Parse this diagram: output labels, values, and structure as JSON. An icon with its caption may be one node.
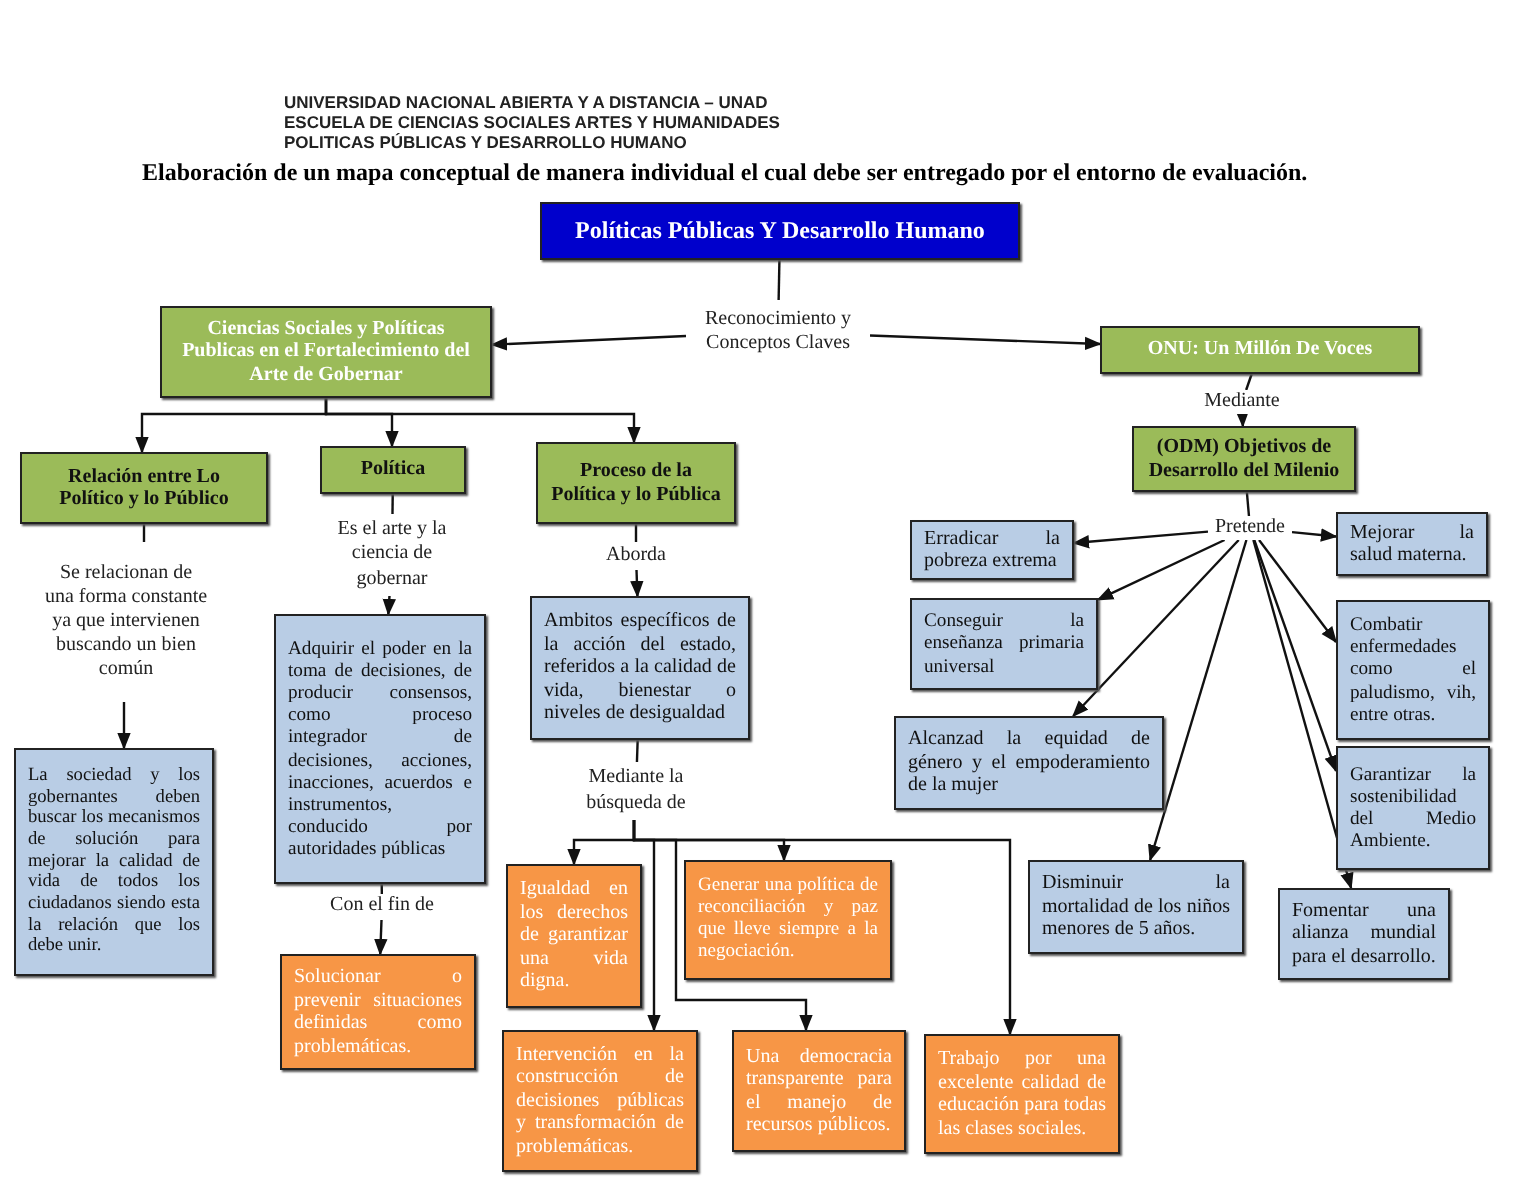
{
  "diagram": {
    "title": "Elaboración de un mapa conceptual de manera individual el cual debe ser entregado por el entorno de evaluación.",
    "nodes": [
      {
        "text": [
          "Políticas Públicas Y Desarrollo Humano"
        ]
      },
      {
        "text": [
          "Reconocimiento y Conceptos Claves"
        ]
      },
      {
        "text": [
          "Ciencias Sociales y Políticas Publicas en el Fortalecimiento del Arte de Gobernar"
        ]
      },
      {
        "text": [
          "ONU: Un Millón De Voces"
        ]
      },
      {
        "text": [
          "Relación entre Lo Político y lo Público"
        ]
      },
      {
        "text": [
          "Política"
        ]
      },
      {
        "text": [
          "Proceso de la Política y lo Pública"
        ]
      },
      {
        "text": [
          "Mediante"
        ]
      },
      {
        "text": [
          "(ODM) Objetivos de Desarrollo del Milenio"
        ]
      },
      {
        "text": [
          "Se relacionan de una forma constante ya que intervienen buscando un bien común"
        ]
      },
      {
        "text": [
          "Es el arte y la ciencia de gobernar"
        ]
      },
      {
        "text": [
          "Aborda"
        ]
      },
      {
        "text": [
          "Pretende"
        ]
      },
      {
        "text": [
          "Erradicar la pobreza extrema"
        ]
      },
      {
        "text": [
          "Mejorar la salud materna."
        ]
      },
      {
        "text": [
          "Conseguir la enseñanza primaria universal"
        ]
      },
      {
        "text": [
          "Combatir enfermedades como el paludismo, vih, entre otras."
        ]
      },
      {
        "text": [
          "Adquirir el poder en la toma de decisiones, de producir consensos, como proceso integrador de decisiones, acciones, inacciones, acuerdos e instrumentos, conducido por autoridades públicas"
        ]
      },
      {
        "text": [
          "Ambitos específicos de la acción del estado, referidos a la calidad de vida, bienestar o niveles de desigualdad"
        ]
      },
      {
        "text": [
          "La sociedad y los gobernantes deben buscar los mecanismos de solución para mejorar la calidad de vida de todos los ciudadanos siendo esta la relación que los debe unir."
        ]
      },
      {
        "text": [
          "Alcanzad la equidad de género y el empoderamiento de la mujer"
        ]
      },
      {
        "text": [
          "Garantizar la sostenibilidad del Medio Ambiente."
        ]
      },
      {
        "text": [
          "Mediante la búsqueda de"
        ]
      },
      {
        "text": [
          "Con el fin de"
        ]
      },
      {
        "text": [
          "Disminuir la mortalidad de los niños menores de 5 años."
        ]
      },
      {
        "text": [
          "Fomentar una alianza mundial para el desarrollo."
        ]
      },
      {
        "text": [
          "Igualdad en los derechos de garantizar una vida digna."
        ]
      },
      {
        "text": [
          "Generar una política de reconciliación y paz que lleve siempre a la negociación."
        ]
      },
      {
        "text": [
          "Solucionar o prevenir situaciones definidas como problemáticas."
        ]
      },
      {
        "text": [
          "Intervención en la construcción de decisiones públicas y transformación de problemáticas."
        ]
      },
      {
        "text": [
          "Una democracia transparente para el manejo de recursos públicos."
        ]
      },
      {
        "text": [
          "Trabajo por una excelente calidad de educación para todas las clases sociales."
        ]
      }
    ],
    "edges": [
      {
        "from": 0,
        "to": 1,
        "arrow": "none"
      },
      {
        "from": 1,
        "to": 2,
        "arrow": "to"
      },
      {
        "from": 1,
        "to": 3,
        "arrow": "to"
      },
      {
        "from": 2,
        "to": 4,
        "arrow": "to"
      },
      {
        "from": 2,
        "to": 5,
        "arrow": "to"
      },
      {
        "from": 2,
        "to": 6,
        "arrow": "to"
      },
      {
        "from": 3,
        "to": 7,
        "arrow": "none"
      },
      {
        "from": 7,
        "to": 8,
        "arrow": "to"
      },
      {
        "from": 4,
        "to": 9,
        "arrow": "none"
      },
      {
        "from": 9,
        "to": 19,
        "arrow": "to"
      },
      {
        "from": 5,
        "to": 10,
        "arrow": "none"
      },
      {
        "from": 10,
        "to": 17,
        "arrow": "to"
      },
      {
        "from": 17,
        "to": 23,
        "arrow": "none"
      },
      {
        "from": 23,
        "to": 28,
        "arrow": "to"
      },
      {
        "from": 6,
        "to": 11,
        "arrow": "none"
      },
      {
        "from": 11,
        "to": 18,
        "arrow": "to"
      },
      {
        "from": 18,
        "to": 22,
        "arrow": "none"
      },
      {
        "from": 22,
        "to": 26,
        "arrow": "to"
      },
      {
        "from": 22,
        "to": 27,
        "arrow": "to"
      },
      {
        "from": 22,
        "to": 29,
        "arrow": "to"
      },
      {
        "from": 22,
        "to": 30,
        "arrow": "to"
      },
      {
        "from": 22,
        "to": 31,
        "arrow": "to"
      },
      {
        "from": 8,
        "to": 12,
        "arrow": "none"
      },
      {
        "from": 12,
        "to": 13,
        "arrow": "to"
      },
      {
        "from": 12,
        "to": 14,
        "arrow": "to"
      },
      {
        "from": 12,
        "to": 15,
        "arrow": "to"
      },
      {
        "from": 12,
        "to": 16,
        "arrow": "to"
      },
      {
        "from": 12,
        "to": 20,
        "arrow": "to"
      },
      {
        "from": 12,
        "to": 21,
        "arrow": "to"
      },
      {
        "from": 12,
        "to": 24,
        "arrow": "to"
      },
      {
        "from": 12,
        "to": 25,
        "arrow": "to"
      }
    ],
    "labels": [
      "UNIVERSIDAD NACIONAL ABIERTA Y A DISTANCIA – UNAD",
      "ESCUELA DE CIENCIAS SOCIALES ARTES Y HUMANIDADES",
      "POLITICAS PÚBLICAS Y DESARROLLO HUMANO"
    ]
  }
}
